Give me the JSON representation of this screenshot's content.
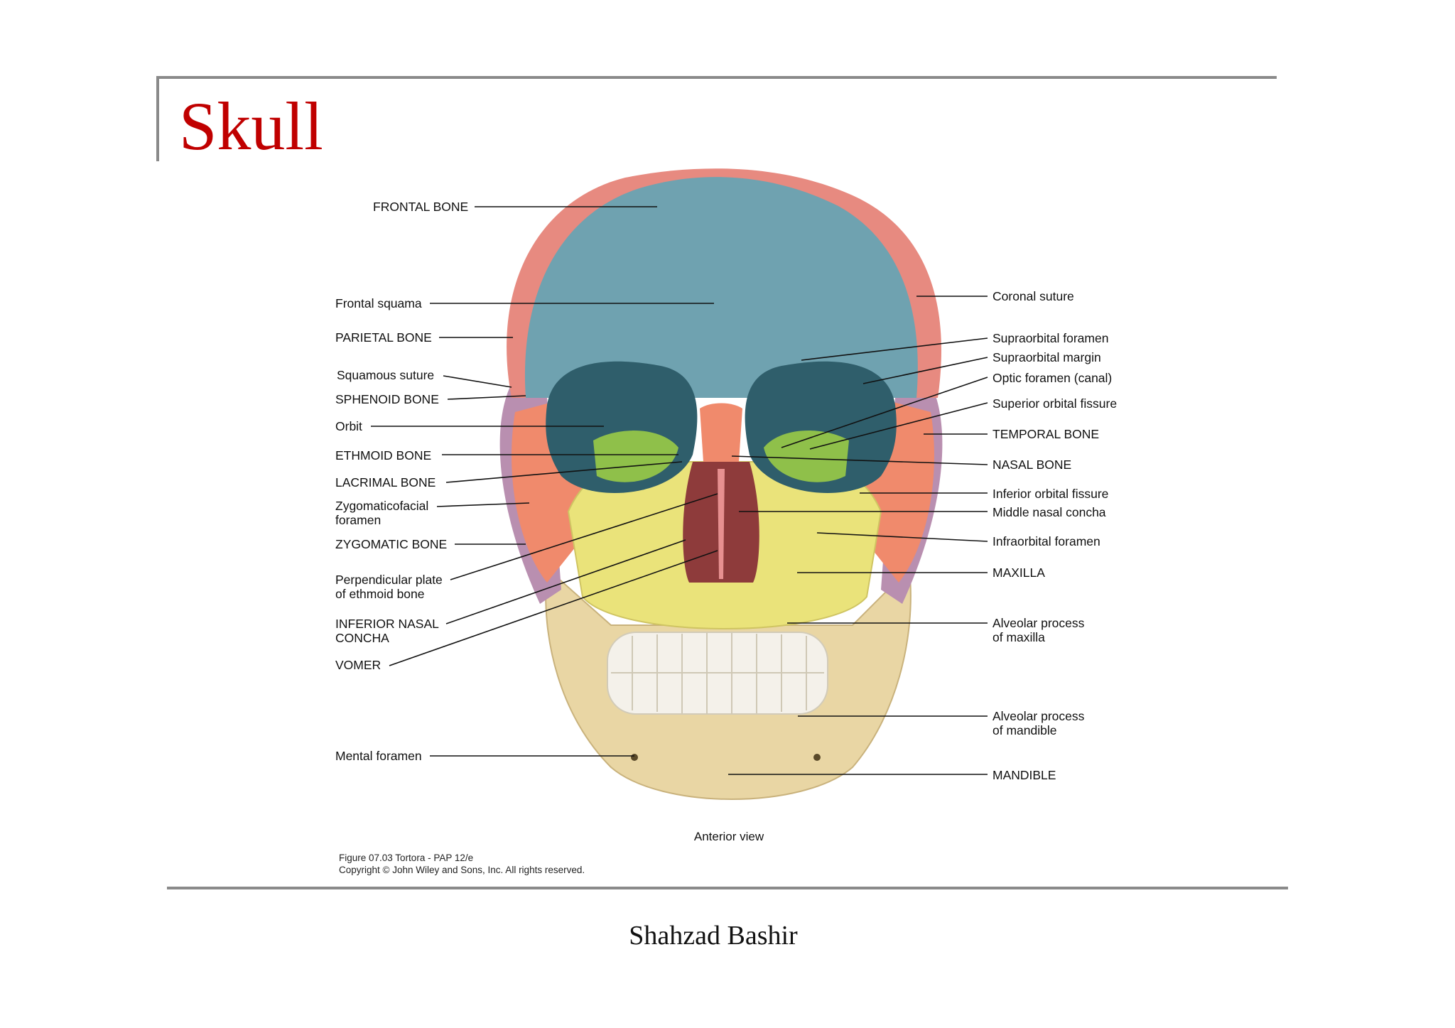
{
  "title": "Skull",
  "author": "Shahzad Bashir",
  "view_caption": "Anterior view",
  "credits": {
    "figure": "Figure 07.03  Tortora - PAP 12/e",
    "copyright": "Copyright © John Wiley and Sons, Inc. All rights reserved."
  },
  "colors": {
    "title": "#c00000",
    "frontal": "#6fa2b0",
    "parietal": "#e78a80",
    "sphenoid": "#8fc04a",
    "temporal": "#b98fb0",
    "zygomatic": "#f08a6c",
    "maxilla": "#eae37a",
    "mandible": "#e9d6a4",
    "teeth": "#f4f1ea"
  },
  "labels_left": [
    {
      "id": "frontal-bone",
      "text": "FRONTAL BONE"
    },
    {
      "id": "frontal-squama",
      "text": "Frontal squama"
    },
    {
      "id": "parietal-bone",
      "text": "PARIETAL BONE"
    },
    {
      "id": "squamous-suture",
      "text": "Squamous suture"
    },
    {
      "id": "sphenoid-bone",
      "text": "SPHENOID BONE"
    },
    {
      "id": "orbit",
      "text": "Orbit"
    },
    {
      "id": "ethmoid-bone",
      "text": "ETHMOID BONE"
    },
    {
      "id": "lacrimal-bone",
      "text": "LACRIMAL BONE"
    },
    {
      "id": "zygomaticofacial-foramen",
      "text": "Zygomaticofacial\nforamen"
    },
    {
      "id": "zygomatic-bone",
      "text": "ZYGOMATIC BONE"
    },
    {
      "id": "perpendicular-plate",
      "text": "Perpendicular plate\nof ethmoid bone"
    },
    {
      "id": "inferior-nasal-concha",
      "text": "INFERIOR NASAL\nCONCHA"
    },
    {
      "id": "vomer",
      "text": "VOMER"
    },
    {
      "id": "mental-foramen",
      "text": "Mental foramen"
    }
  ],
  "labels_right": [
    {
      "id": "coronal-suture",
      "text": "Coronal suture"
    },
    {
      "id": "supraorbital-foramen",
      "text": "Supraorbital foramen"
    },
    {
      "id": "supraorbital-margin",
      "text": "Supraorbital margin"
    },
    {
      "id": "optic-foramen",
      "text": "Optic foramen (canal)"
    },
    {
      "id": "superior-orbital-fissure",
      "text": "Superior orbital fissure"
    },
    {
      "id": "temporal-bone",
      "text": "TEMPORAL BONE"
    },
    {
      "id": "nasal-bone",
      "text": "NASAL BONE"
    },
    {
      "id": "inferior-orbital-fissure",
      "text": "Inferior orbital fissure"
    },
    {
      "id": "middle-nasal-concha",
      "text": "Middle nasal concha"
    },
    {
      "id": "infraorbital-foramen",
      "text": "Infraorbital foramen"
    },
    {
      "id": "maxilla",
      "text": "MAXILLA"
    },
    {
      "id": "alveolar-process-maxilla",
      "text": "Alveolar process\nof maxilla"
    },
    {
      "id": "alveolar-process-mandible",
      "text": "Alveolar process\nof mandible"
    },
    {
      "id": "mandible",
      "text": "MANDIBLE"
    }
  ]
}
